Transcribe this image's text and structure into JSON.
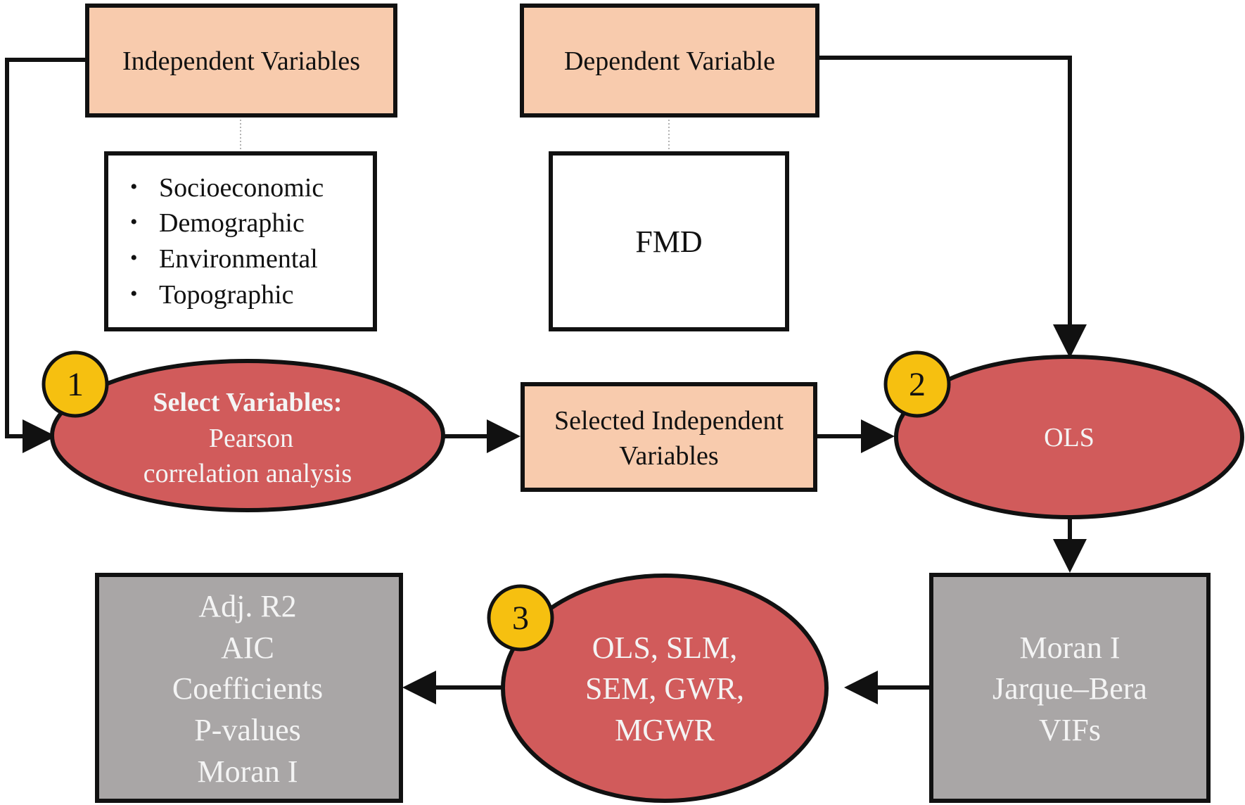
{
  "nodes": {
    "independent_variables": {
      "label": "Independent Variables"
    },
    "dependent_variable": {
      "label": "Dependent Variable"
    },
    "independent_list": {
      "items": [
        "Socioeconomic",
        "Demographic",
        "Environmental",
        "Topographic"
      ]
    },
    "dependent_detail": {
      "label": "FMD"
    },
    "select_variables": {
      "title": "Select Variables:",
      "line1": "Pearson",
      "line2": "correlation analysis"
    },
    "selected_independent": {
      "line1": "Selected Independent",
      "line2": "Variables"
    },
    "ols": {
      "label": "OLS"
    },
    "diagnostics": {
      "lines": [
        "Moran I",
        "Jarque–Bera",
        "VIFs"
      ]
    },
    "models": {
      "lines": [
        "OLS, SLM,",
        "SEM, GWR,",
        "MGWR"
      ]
    },
    "outputs": {
      "lines": [
        "Adj. R2",
        "AIC",
        "Coefficients",
        "P-values",
        "Moran I"
      ]
    }
  },
  "badges": [
    "1",
    "2",
    "3"
  ],
  "colors": {
    "peach": "#f8cbad",
    "red": "#d15b5b",
    "gray": "#a9a6a6",
    "badge": "#f6c010",
    "stroke": "#111111"
  }
}
